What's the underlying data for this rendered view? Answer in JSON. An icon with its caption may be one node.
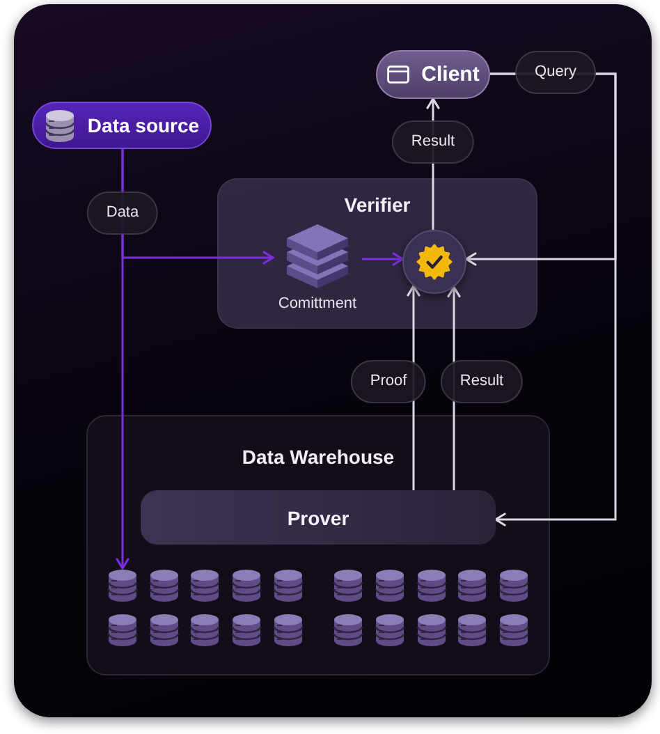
{
  "diagram": {
    "nodes": [
      {
        "text": [
          "Client"
        ]
      },
      {
        "text": [
          "Data source"
        ]
      },
      {
        "text": [
          "Verifier"
        ]
      },
      {
        "text": [
          "Comittment"
        ],
        "in": 2
      },
      {
        "text": [],
        "shape": "circle",
        "in": 2
      },
      {
        "text": [
          "Data Warehouse"
        ]
      },
      {
        "text": [
          "Prover"
        ],
        "in": 5
      },
      {
        "text": [],
        "shape": "cylinder",
        "in": 5
      }
    ],
    "edges": [
      {
        "from": 1,
        "to": 7,
        "arrow": "to",
        "label": "Data",
        "color": "#7b2fe0"
      },
      {
        "from": 1,
        "to": 3,
        "arrow": "to",
        "color": "#7b2fe0"
      },
      {
        "from": 3,
        "to": 4,
        "arrow": "to",
        "color": "#7b2fe0"
      },
      {
        "from": 4,
        "to": 0,
        "arrow": "to",
        "label": "Result"
      },
      {
        "from": 0,
        "to": 4,
        "arrow": "to",
        "label": "Query"
      },
      {
        "from": 0,
        "to": 6,
        "arrow": "to"
      },
      {
        "from": 6,
        "to": 4,
        "arrow": "to",
        "label": "Proof"
      },
      {
        "from": 6,
        "to": 4,
        "arrow": "to",
        "label": "Result"
      }
    ]
  }
}
